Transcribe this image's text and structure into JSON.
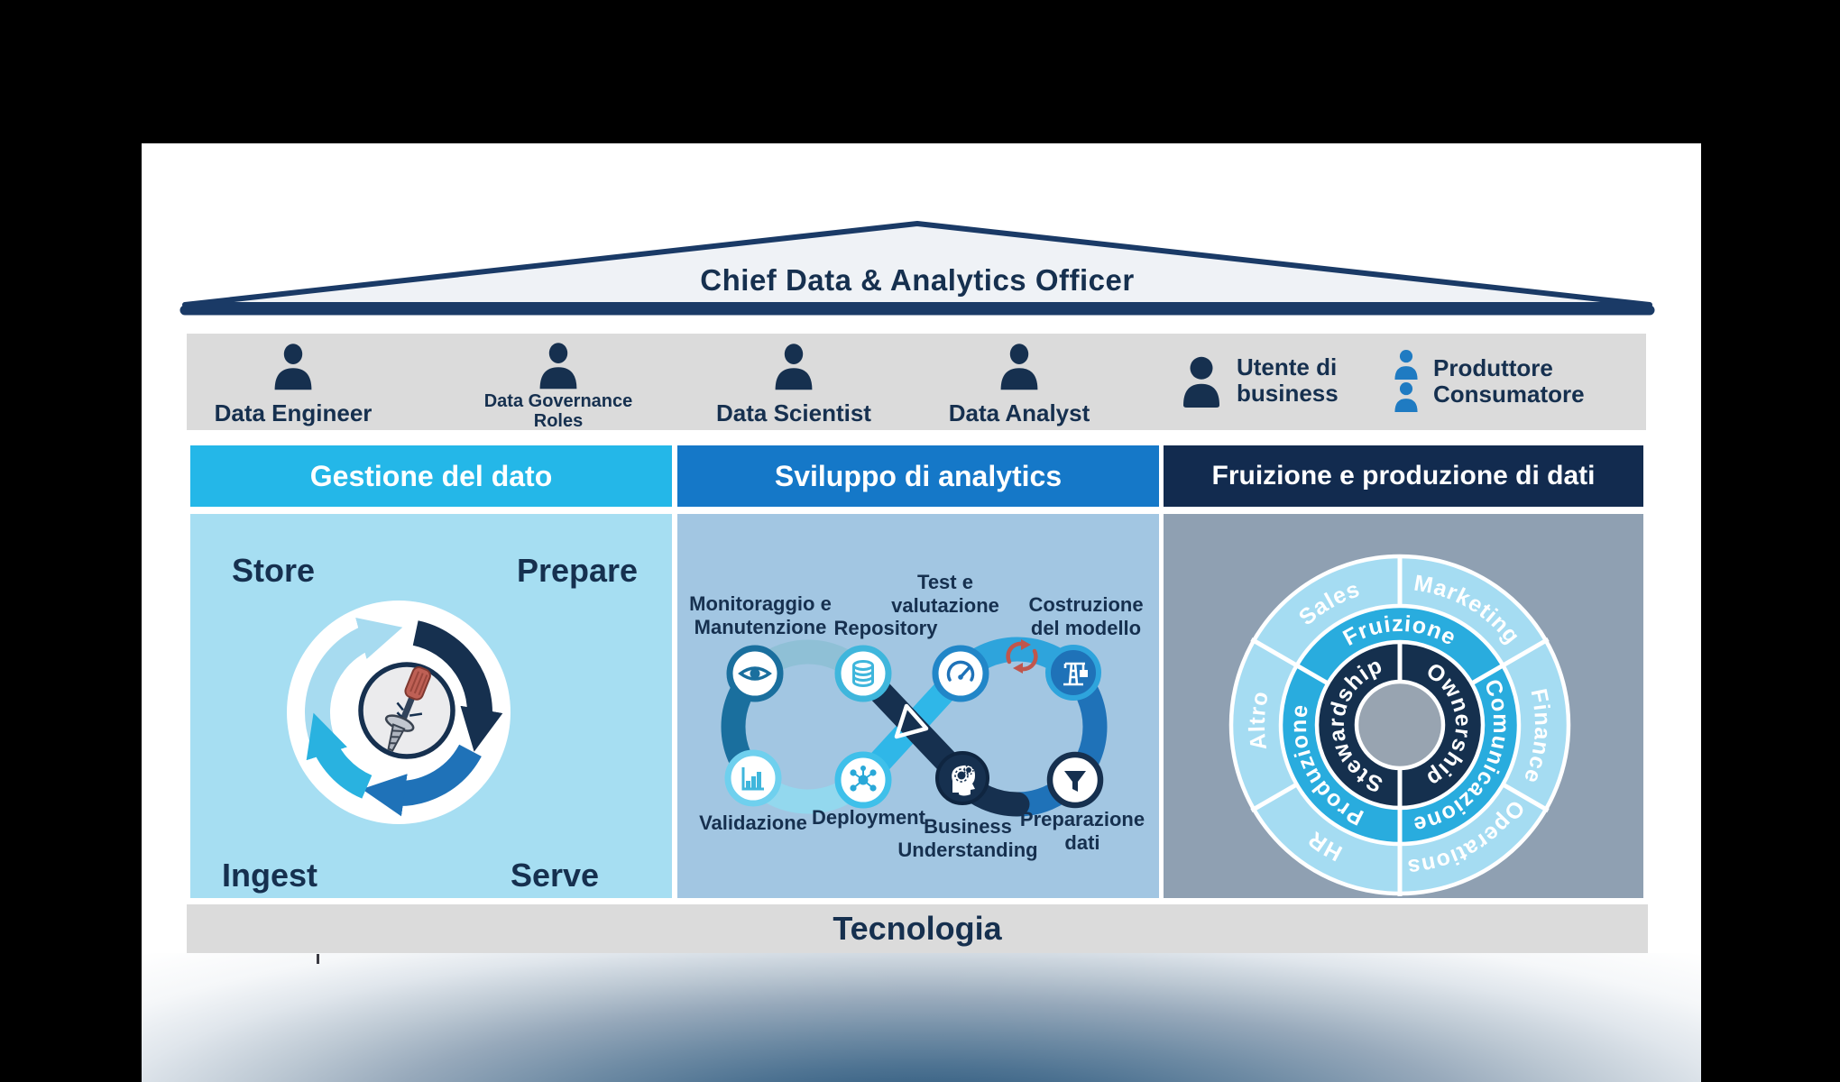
{
  "slide": {
    "title": "Chief Data & Analytics Officer",
    "technology_bar": "Tecnologia"
  },
  "roles": [
    {
      "line1": "Data Engineer"
    },
    {
      "line1": "Data Governance",
      "line2": "Roles"
    },
    {
      "line1": "Data Scientist"
    },
    {
      "line1": "Data Analyst"
    },
    {
      "line1": "Utente di",
      "line2": "business"
    },
    {
      "line1": "Produttore",
      "line2": "Consumatore"
    }
  ],
  "columns": [
    {
      "header": "Gestione del dato"
    },
    {
      "header": "Sviluppo di analytics"
    },
    {
      "header": "Fruizione e produzione di dati"
    }
  ],
  "data_cycle": {
    "top_left": "Store",
    "top_right": "Prepare",
    "bottom_left": "Ingest",
    "bottom_right": "Serve"
  },
  "analytics_loop": {
    "monitoraggio_line1": "Monitoraggio e",
    "monitoraggio_line2": "Manutenzione",
    "repository": "Repository",
    "test_line1": "Test e",
    "test_line2": "valutazione",
    "costruzione_line1": "Costruzione",
    "costruzione_line2": "del modello",
    "validazione": "Validazione",
    "deployment": "Deployment",
    "business_line1": "Business",
    "business_line2": "Understanding",
    "preparazione_line1": "Preparazione",
    "preparazione_line2": "dati"
  },
  "governance_wheel": {
    "outer": [
      "Sales",
      "Marketing",
      "Finance",
      "Operations",
      "HR",
      "Altro"
    ],
    "middle": [
      "Fruizione",
      "Comunicazione",
      "Produzione"
    ],
    "inner": [
      "Stewardship",
      "Ownership"
    ]
  },
  "colors": {
    "navy": "#16304F",
    "cyan_header": "#24B7E8",
    "blue_header": "#1578C8",
    "dark_header": "#122B4F",
    "panel_data": "#A6DEF2",
    "panel_analytics": "#A2C6E2",
    "panel_fruition": "#8FA0B2",
    "band_gray": "#DBDBDB",
    "accent_red": "#C0564C",
    "person_light_blue": "#1F7BC2"
  }
}
